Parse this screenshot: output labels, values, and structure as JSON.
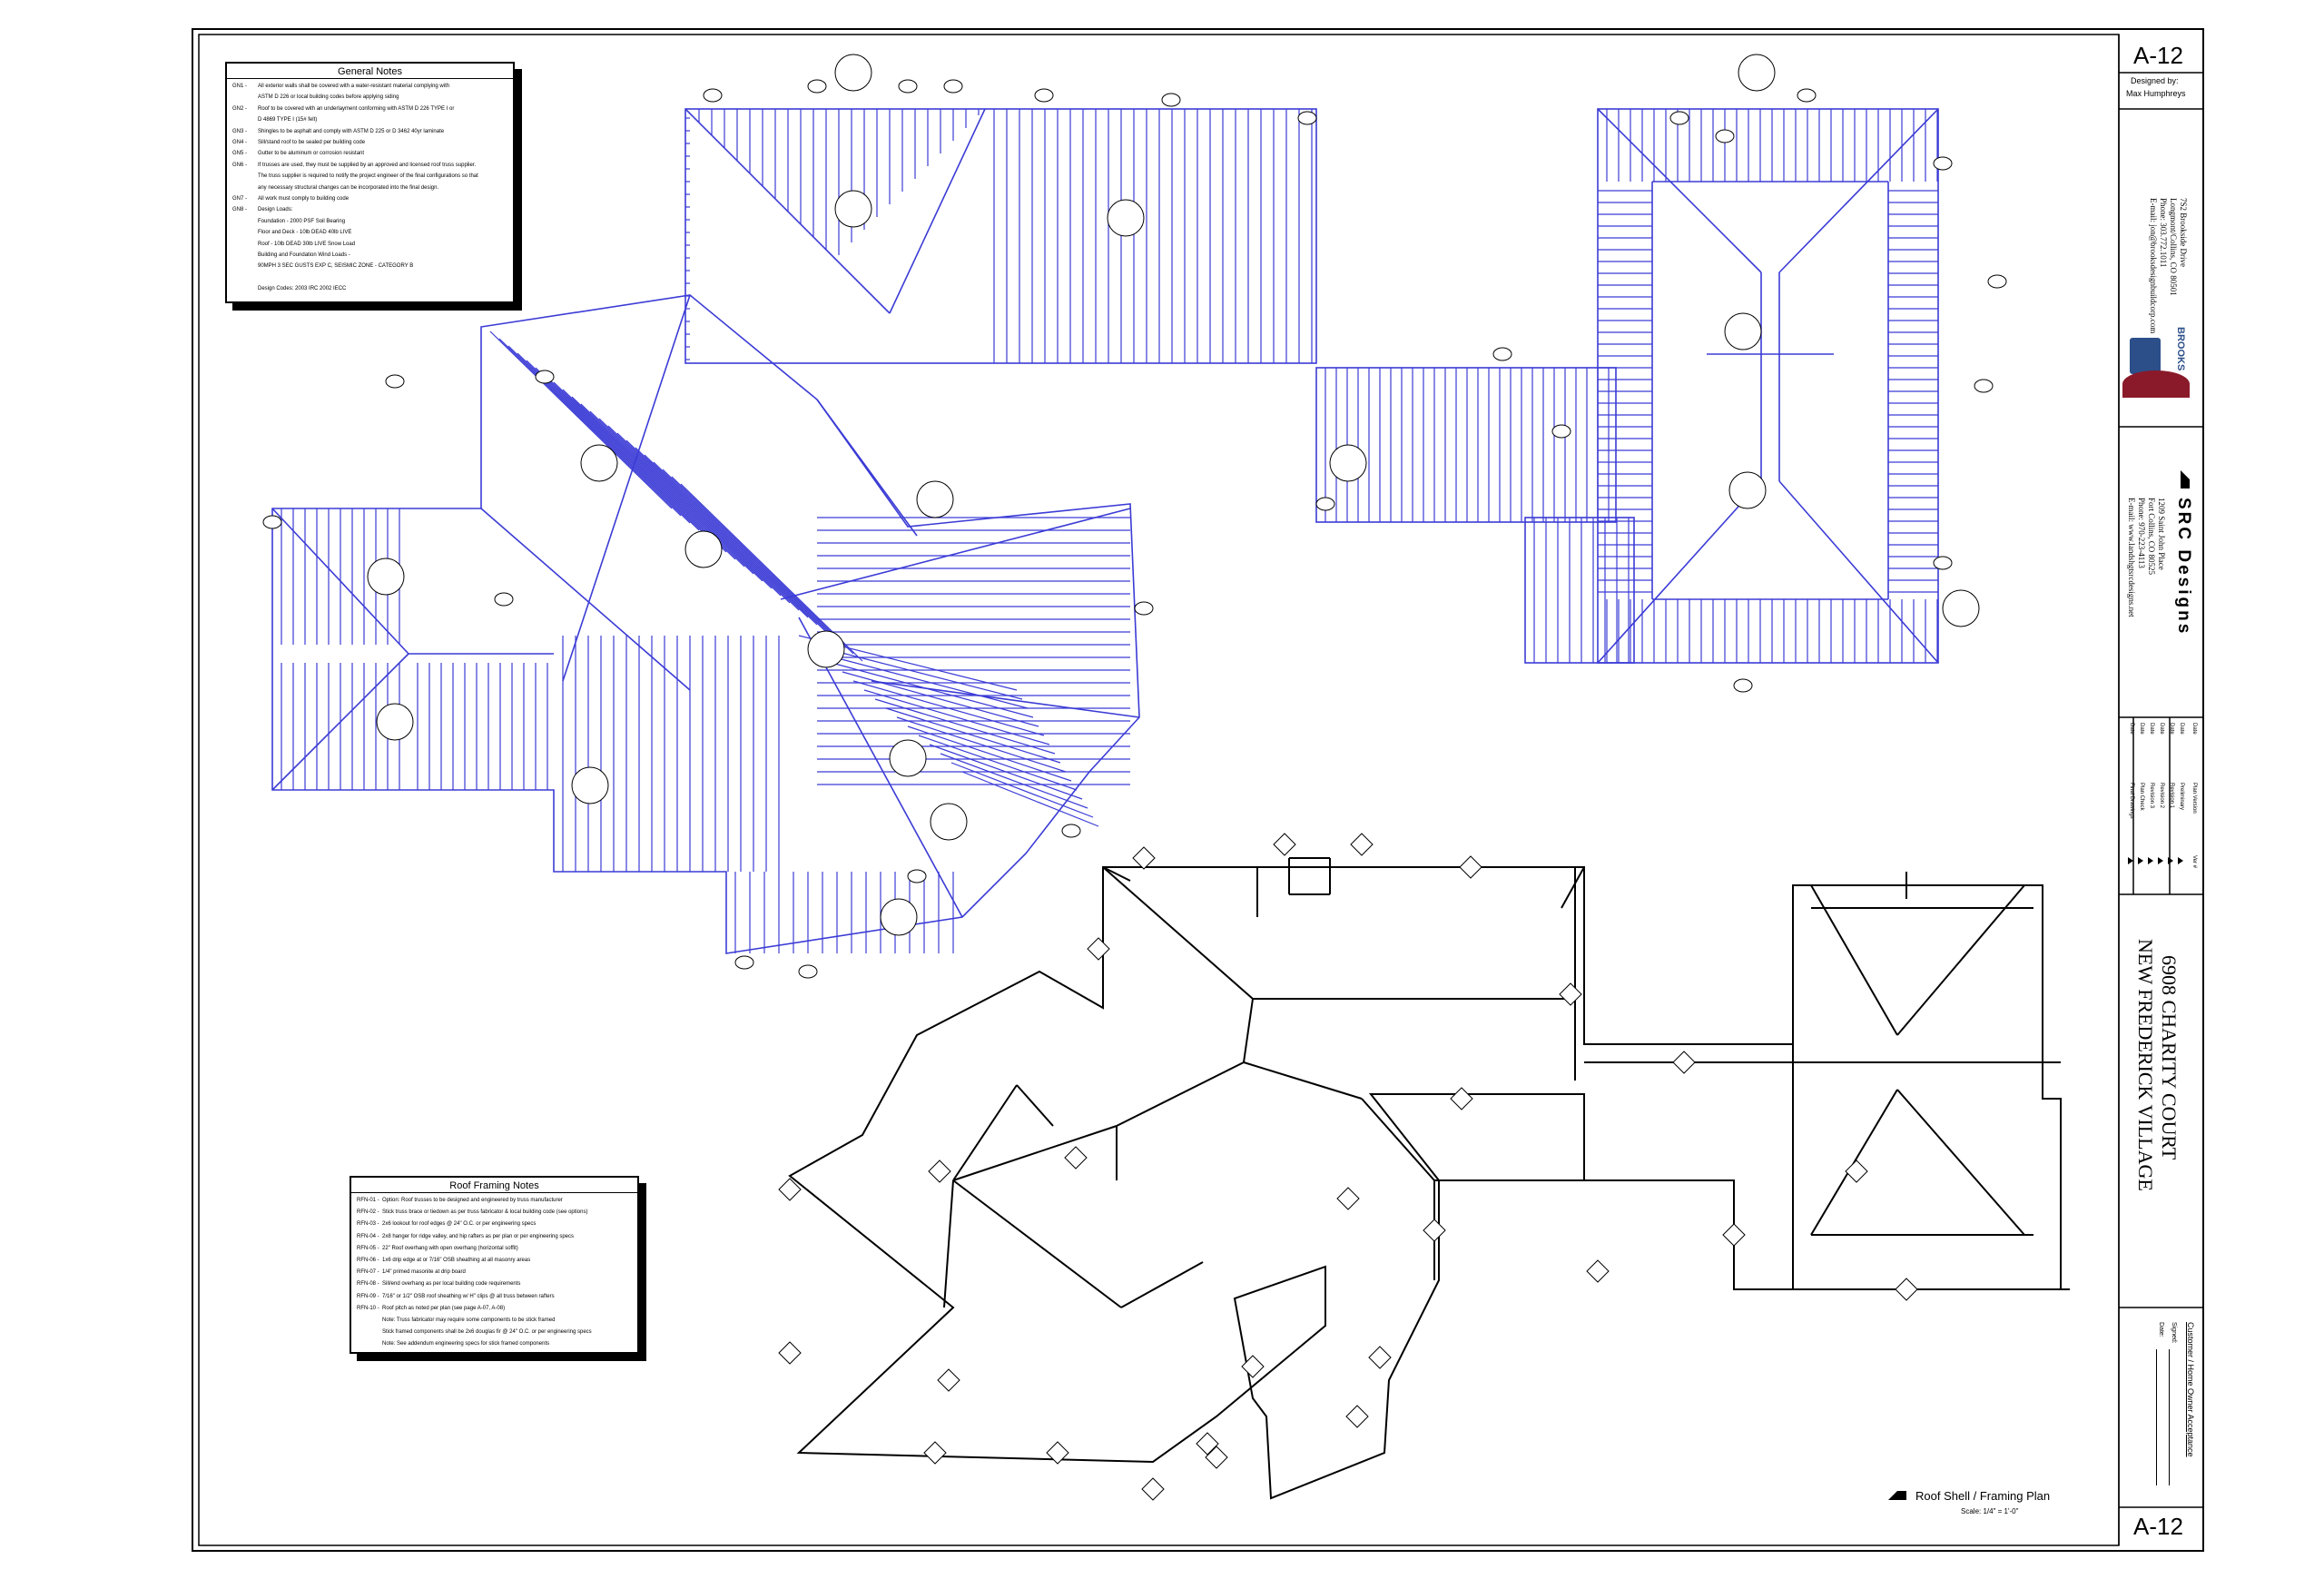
{
  "sheet": {
    "number_top": "A-12",
    "number_bottom": "A-12"
  },
  "title_block": {
    "designed_by_label": "Designed by:",
    "designer": "Max Humphreys",
    "company_address": "7S2 Brookside Drive",
    "company_city": "Longmont/Collins, CO 80501",
    "company_phone": "Phone: 303.772.1011",
    "company_email": "E-mail: jon@brooksdesignbuildcorp.com",
    "company_logo_text": "BROOKS",
    "designer_firm": "SRC Designs",
    "designer_firm_address": "1209 Saint John Place",
    "designer_firm_city": "Fort Collins, CO 80525",
    "designer_firm_phone": "Phone: 970-223-4113",
    "designer_firm_email": "E-mail: www.landshgtsrcdesigns.net",
    "project_line1": "6908 CHARITY COURT",
    "project_line2": "NEW FREDERICK VILLAGE",
    "revision_headers": [
      "Ver #",
      "Plan Version",
      "Date"
    ],
    "revisions": [
      {
        "version": "Preliminary",
        "date": "Date"
      },
      {
        "version": "Revision 1",
        "date": "Date"
      },
      {
        "version": "Revision 2",
        "date": "Date"
      },
      {
        "version": "Revision 3",
        "date": "Date"
      },
      {
        "version": "Plan Check",
        "date": "Date"
      },
      {
        "version": "Final Drawings",
        "date": "Date"
      }
    ],
    "acceptance_title": "Customer / Home Owner Acceptance",
    "acceptance_signed": "Signed:",
    "acceptance_date": "Date:"
  },
  "general_notes": {
    "title": "General Notes",
    "items": [
      {
        "num": "GN1 -",
        "text": "All exterior walls shall be covered with a water-resistant material complying with"
      },
      {
        "num": "",
        "text": "ASTM D 226 or local building codes before applying siding"
      },
      {
        "num": "GN2 -",
        "text": "Roof to be covered with an underlayment conforming with ASTM D 226 TYPE I or"
      },
      {
        "num": "",
        "text": "D 4869 TYPE I (15# felt)"
      },
      {
        "num": "GN3 -",
        "text": "Shingles to be asphalt and comply with ASTM D 225 or D 3462 40yr laminate"
      },
      {
        "num": "GN4 -",
        "text": "Sill/stand roof to be sealed per building code"
      },
      {
        "num": "GN5 -",
        "text": "Gutter to be aluminum or corrosion resistant"
      },
      {
        "num": "GN6 -",
        "text": "If trusses are used, they must be supplied by an approved and licensed roof truss supplier."
      },
      {
        "num": "",
        "text": "The truss supplier is required to notify the project engineer of the final configurations so that"
      },
      {
        "num": "",
        "text": "any necessary structural changes can be incorporated into the final design."
      },
      {
        "num": "GN7 -",
        "text": "All work must comply to building code"
      },
      {
        "num": "GN8 -",
        "text": "Design Loads:"
      },
      {
        "num": "",
        "text": "Foundation - 2000 PSF Soil Bearing"
      },
      {
        "num": "",
        "text": "Floor and Deck - 10lb DEAD 40lb LIVE"
      },
      {
        "num": "",
        "text": "Roof - 10lb DEAD 30lb LIVE Snow Load"
      },
      {
        "num": "",
        "text": "Building and Foundation Wind Loads -"
      },
      {
        "num": "",
        "text": "90MPH 3 SEC GUSTS EXP C, SEISMIC ZONE - CATEGORY B"
      },
      {
        "num": "",
        "text": ""
      },
      {
        "num": "",
        "text": "Design Codes: 2003 IRC 2002 IECC"
      }
    ]
  },
  "framing_notes": {
    "title": "Roof Framing Notes",
    "items": [
      {
        "num": "RFN-01 -",
        "text": "Option: Roof trusses to be designed and engineered by truss manufacturer"
      },
      {
        "num": "RFN-02 -",
        "text": "Stick truss brace or tiedown as per truss fabricator & local building code (see options)"
      },
      {
        "num": "RFN-03 -",
        "text": "2x6 lookout for roof edges @ 24\" O.C. or per engineering specs"
      },
      {
        "num": "RFN-04 -",
        "text": "2x8 hanger for ridge valley, and hip rafters as per plan or per engineering specs"
      },
      {
        "num": "RFN-05 -",
        "text": "22\" Roof overhang with open overhang (horizontal soffit)"
      },
      {
        "num": "RFN-06 -",
        "text": "1x6 drip edge at or 7/16\" OSB sheathing at all masonry areas"
      },
      {
        "num": "RFN-07 -",
        "text": "1/4\" primed masonite at drip board"
      },
      {
        "num": "RFN-08 -",
        "text": "Sill/end overhang as per local building code requirements"
      },
      {
        "num": "RFN-09 -",
        "text": "7/16\" or 1/2\" OSB roof sheathing w/ H\" clips @ all truss between rafters"
      },
      {
        "num": "RFN-10 -",
        "text": "Roof pitch as noted per plan (see page A-07, A-08)"
      },
      {
        "num": "",
        "text": "Note: Truss fabricator may require some components to be stick framed"
      },
      {
        "num": "",
        "text": "Stick framed components shall be 2x6 douglas fir @ 24\" O.C. or per engineering specs"
      },
      {
        "num": "",
        "text": "Note: See addendum engineering specs for stick framed components"
      }
    ]
  },
  "drawing": {
    "caption": "Roof Shell / Framing Plan",
    "scale": "Scale: 1/4\" = 1'-0\"",
    "framing_color": "#3b3bd6",
    "outline_color": "#000000"
  }
}
